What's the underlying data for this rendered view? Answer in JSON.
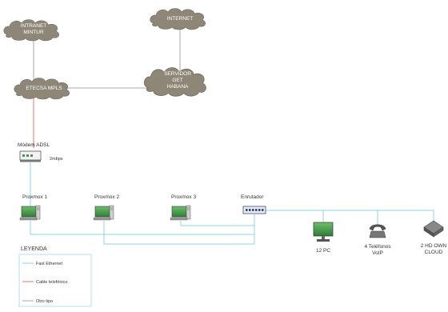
{
  "colors": {
    "fast_ethernet": "#8fd3ee",
    "phone_cable": "#e87070",
    "other": "#aaaaaa",
    "cloud": "#8e8676",
    "pc_screen": "#3f9a45"
  },
  "clouds": {
    "intranet": [
      "INTRANET",
      "MINTUR"
    ],
    "internet": [
      "INTERNET"
    ],
    "etecsa": [
      "ETECSA MPLS"
    ],
    "servidor": [
      "SERVIDOR",
      "GET",
      "HABANA"
    ]
  },
  "modem": {
    "label": "Módem ADSL",
    "speed": "2mbps"
  },
  "proxmox": [
    "Proxmox 1",
    "Proxmox 2",
    "Proxmox 3"
  ],
  "router": {
    "label": "Enrutador"
  },
  "endpoints": {
    "pc": [
      "12 PC"
    ],
    "voip": [
      "4 Teléfonos",
      "VoIP"
    ],
    "cloud": [
      "2 HD OWN",
      "CLOUD"
    ]
  },
  "legend": {
    "title": "LEYENDA",
    "items": [
      "Fast Ethernet",
      "Cable telefónico",
      "Otro tipo"
    ]
  }
}
